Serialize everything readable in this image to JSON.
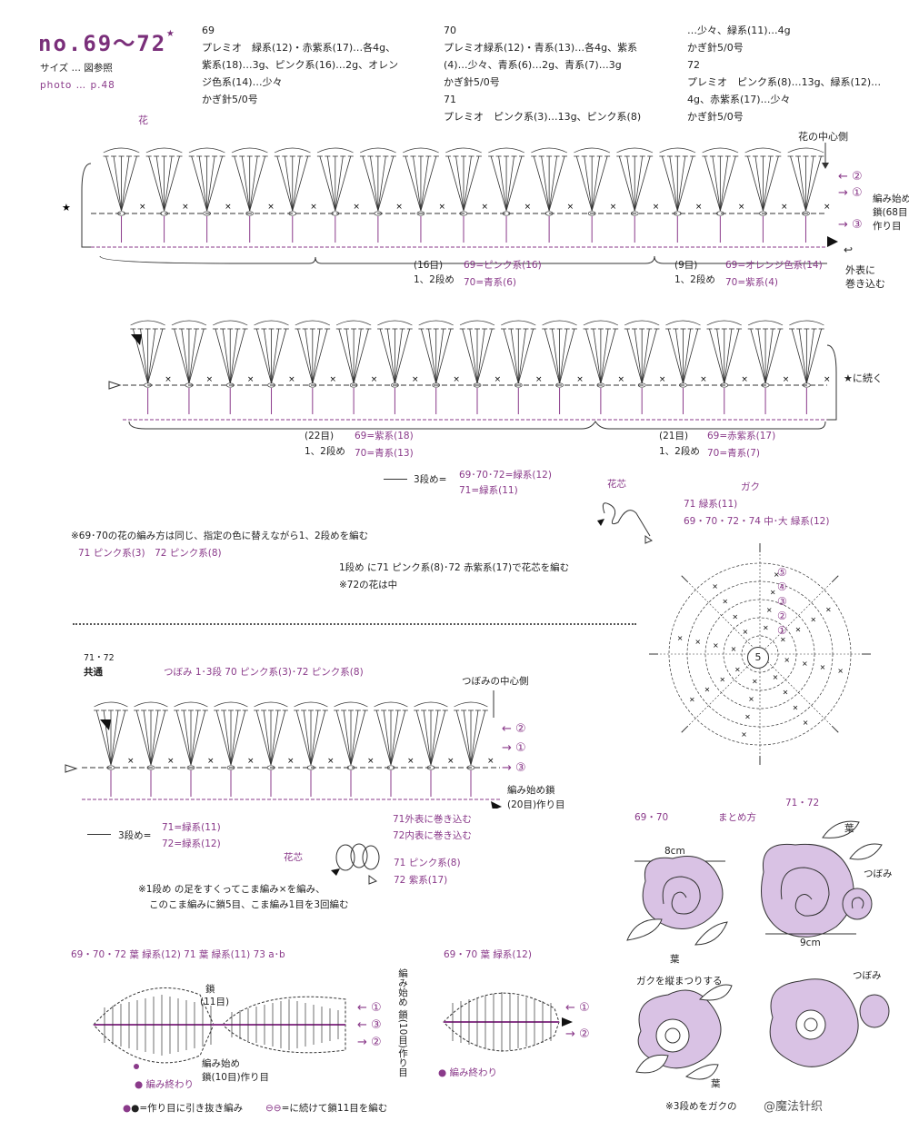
{
  "header": {
    "title": "no.69～72",
    "title_mark": "★",
    "size_label": "サイズ … 図参照",
    "photo_label": "photo … p.48"
  },
  "materials": {
    "col1": [
      "69",
      "プレミオ　緑系(12)・赤紫系(17)…各4g、",
      "紫系(18)…3g、ピンク系(16)…2g、オレン",
      "ジ色系(14)…少々",
      "かぎ針5/0号"
    ],
    "col2": [
      "70",
      "プレミオ緑系(12)・青系(13)…各4g、紫系",
      "(4)…少々、青系(6)…2g、青系(7)…3g",
      "かぎ針5/0号",
      "71",
      "プレミオ　ピンク系(3)…13g、ピンク系(8)"
    ],
    "col3": [
      "…少々、緑系(11)…4g",
      "かぎ針5/0号",
      "72",
      "プレミオ　ピンク系(8)…13g、緑系(12)…",
      "4g、赤紫系(17)…少々",
      "かぎ針5/0号"
    ]
  },
  "flower_top": {
    "label": "花",
    "center_side": "花の中心側",
    "row2": "②",
    "row1": "①",
    "row3": "③",
    "start_chain": "編み始め\n鎖(68目)",
    "start_chain_l1": "編み始め",
    "start_chain_l2": "鎖(68目",
    "start_chain_l3": "作り目",
    "star": "★",
    "seg16": "(16目)",
    "seg16_rows": "1、2段め",
    "seg16_c69": "69=ピンク系(16)",
    "seg16_c70": "70=青系(6)",
    "seg9": "(9目)",
    "seg9_rows": "1、2段め",
    "seg9_c69": "69=オレンジ色系(14)",
    "seg9_c70": "70=紫系(4)",
    "roll_l1": "外表に",
    "roll_l2": "巻き込む"
  },
  "flower_bottom": {
    "continue": "★に続く",
    "seg22": "(22目)",
    "seg22_rows": "1、2段め",
    "seg22_c69": "69=紫系(18)",
    "seg22_c70": "70=青系(13)",
    "seg21": "(21目)",
    "seg21_rows": "1、2段め",
    "seg21_c69": "69=赤紫系(17)",
    "seg21_c70": "70=青系(7)",
    "row3_label": "3段め=",
    "row3_a": "69･70･72=緑系(12)",
    "row3_b": "71=緑系(11)"
  },
  "notes": {
    "note1": "※69･70の花の編み方は同じ、指定の色に替えながら1、2段めを編む",
    "note1_b": "71 ピンク系(3)　72 ピンク系(8)",
    "kashin_label": "花芯",
    "kashin_l1": "1段め    に71 ピンク系(8)･72 赤紫系(17)で花芯を編む",
    "kashin_l2": "※72の花は中"
  },
  "calyx": {
    "title": "ガク",
    "c71": "71 緑系(11)",
    "c_all": "69・70・72・74 中･大 緑系(12)",
    "rows": [
      "⑤",
      "④",
      "③",
      "②",
      "①"
    ],
    "center": "5"
  },
  "bud": {
    "nums": "71・72",
    "common": "共通",
    "title": "つぼみ 1･3段 70 ピンク系(3)･72 ピンク系(8)",
    "center_side": "つぼみの中心側",
    "row2": "②",
    "row1": "①",
    "row3": "③",
    "start_l1": "編み始め鎖",
    "start_l2": "(20目)作り目",
    "roll71": "71外表に巻き込む",
    "roll72": "72内表に巻き込む",
    "row3_label": "3段め=",
    "row3_a": "71=緑系(11)",
    "row3_b": "72=緑系(12)",
    "kashin": "花芯",
    "k71": "71 ピンク系(8)",
    "k72": "72 紫系(17)",
    "note_l1": "※1段め  の足をすくってこま編み×を編み、",
    "note_l2": "このこま編みに鎖5目、こま編み1目を3回編む"
  },
  "assembly": {
    "nums_left": "69・70",
    "title": "まとめ方",
    "nums_right": "71・72",
    "w8": "8cm",
    "w9": "9cm",
    "leaf": "葉",
    "leaf2": "葉",
    "bud": "つぼみ",
    "calyx_note": "ガクを縦まつりする",
    "bud2": "つぼみ",
    "leaf3": "葉",
    "footer": "※3段めをガクの"
  },
  "leaf_left": {
    "title": "69・70・72 葉 緑系(12) 71 葉 緑系(11) 73 a･b",
    "chain_l1": "鎖",
    "chain_l2": "(11目)",
    "start_l1": "編み始め",
    "start_l2": "鎖(10目)作り目",
    "end": "● 編み終わり",
    "row1": "①",
    "row3": "③",
    "row2": "②",
    "vert": "編み始め 鎖(10目)作り目"
  },
  "leaf_right": {
    "title": "69・70 葉 緑系(12)",
    "end": "● 編み終わり",
    "row1": "①",
    "row2": "②"
  },
  "legend": {
    "dot": "●=作り目に引き抜き編み",
    "chain": "=に続けて鎖11目を編む"
  },
  "watermark": "@魔法针织",
  "colors": {
    "accent": "#8a3a8a",
    "line": "#333333",
    "flower_fill": "#d9c2e4"
  }
}
